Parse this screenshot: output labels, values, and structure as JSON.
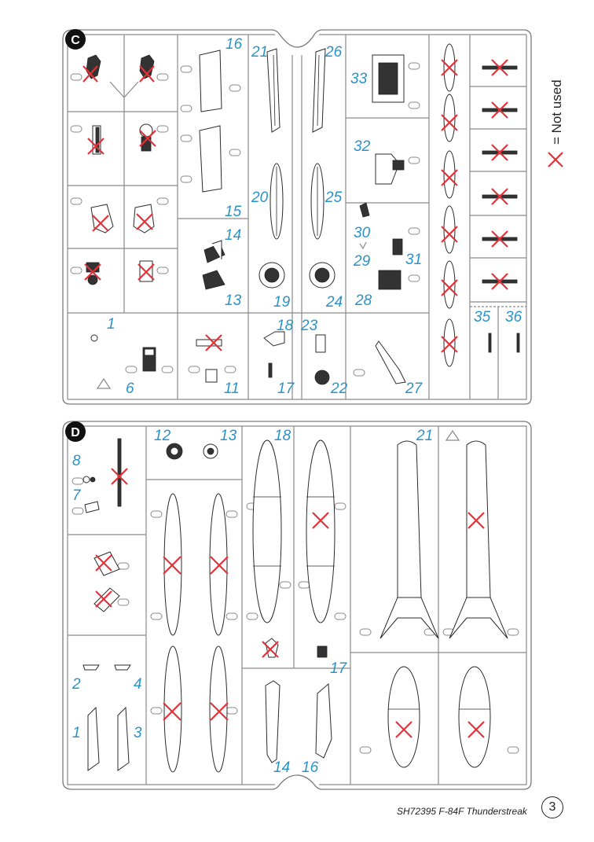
{
  "sprue_c": {
    "badge": "C",
    "parts": [
      "1",
      "6",
      "11",
      "13",
      "14",
      "15",
      "16",
      "17",
      "18",
      "19",
      "20",
      "21",
      "22",
      "23",
      "24",
      "25",
      "26",
      "27",
      "28",
      "29",
      "30",
      "31",
      "32",
      "33",
      "35",
      "36"
    ]
  },
  "sprue_d": {
    "badge": "D",
    "parts": [
      "1",
      "2",
      "3",
      "4",
      "7",
      "8",
      "12",
      "13",
      "14",
      "16",
      "17",
      "18",
      "21"
    ]
  },
  "legend": {
    "symbol": "×",
    "text": "= Not used",
    "color": "#e2333b"
  },
  "footer": {
    "kit": "SH72395",
    "title": "F-84F Thunderstreak",
    "page": "3"
  },
  "colors": {
    "label": "#2a93c9",
    "not_used": "#e2333b",
    "sprue": "#8a8a8a"
  }
}
